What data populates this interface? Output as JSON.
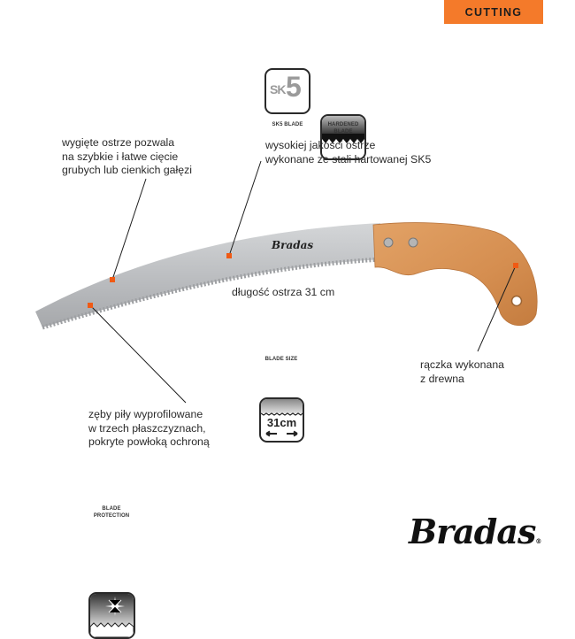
{
  "category": {
    "label": "CUTTING",
    "color": "#f47a2a"
  },
  "product": {
    "type": "curved pruning saw",
    "brand_on_blade": "Bradas"
  },
  "feature_icons": [
    {
      "id": "sk5",
      "glyph_text": "SK",
      "glyph_number": "5",
      "caption": "SK5 BLADE"
    },
    {
      "id": "hardened",
      "caption_line1": "HARDENED",
      "caption_line2": "BLADE"
    },
    {
      "id": "blade-size",
      "value_text": "31cm",
      "caption": "BLADE SIZE"
    },
    {
      "id": "blade-protection",
      "caption_line1": "BLADE",
      "caption_line2": "PROTECTION"
    }
  ],
  "callouts": {
    "curved_blade": "wygięte ostrze pozwala\nna szybkie i łatwe cięcie\ngrubych lub cienkich gałęzi",
    "steel_quality": "wysokiej jakości ostrze\nwykonane ze stali hartowanej SK5",
    "blade_length": "długość ostrza 31 cm",
    "handle": "rączka wykonana\nz drewna",
    "teeth": "zęby piły wyprofilowane\nw trzech płaszczyznach,\npokryte powłoką ochroną"
  },
  "brand": {
    "logo_text": "Bradas",
    "registered_mark": "®"
  },
  "colors": {
    "marker": "#f05a14",
    "wood": "#d9935a",
    "steel": "#b9bbbd"
  }
}
